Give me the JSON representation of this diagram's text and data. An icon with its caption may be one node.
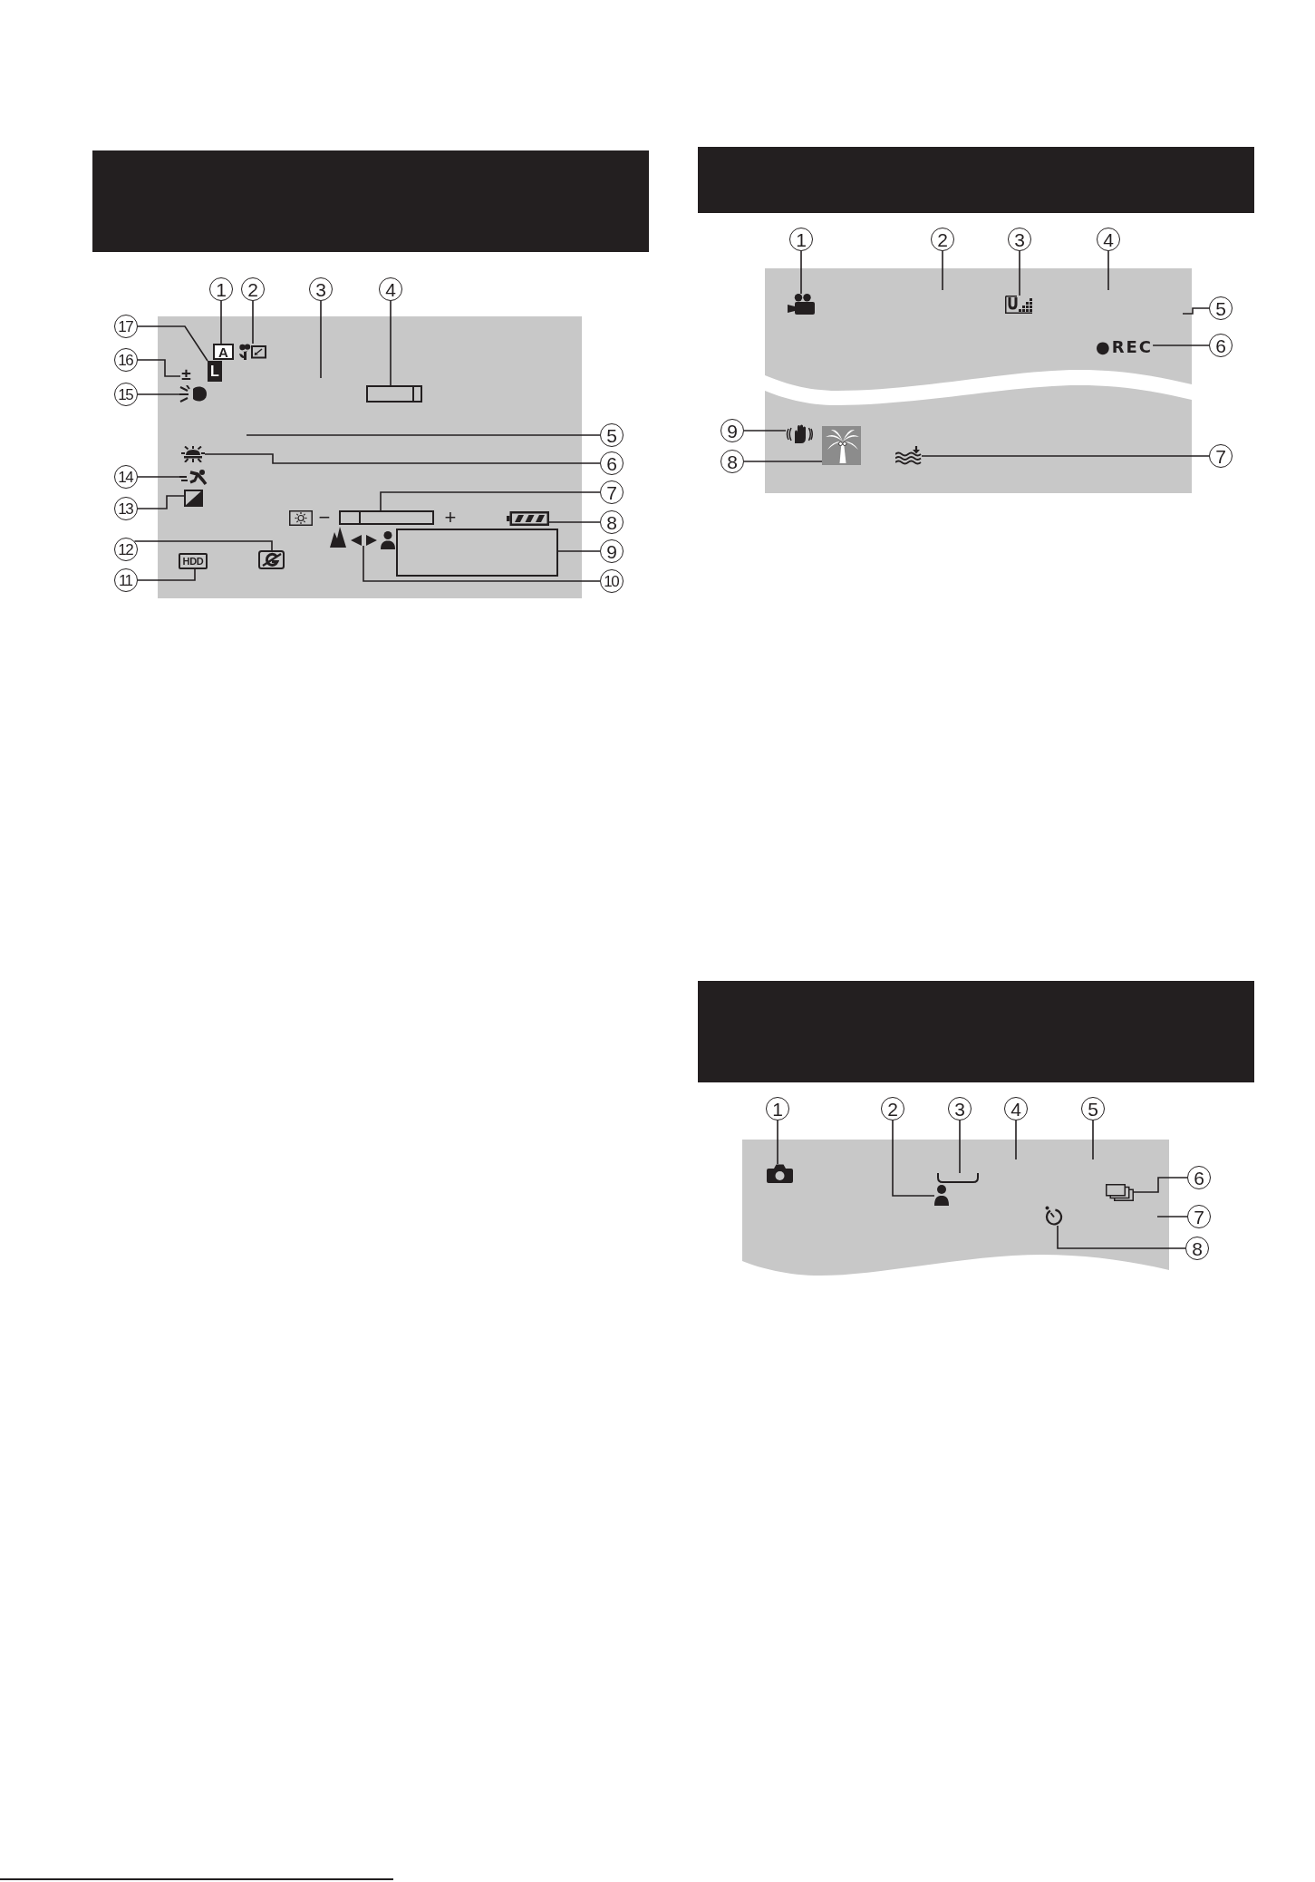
{
  "diagram": {
    "nodes": [
      {
        "text": [
          "1"
        ]
      },
      {
        "text": [
          "A"
        ]
      },
      {
        "text": [
          "2"
        ]
      },
      {
        "text": [],
        "shape": "picture"
      },
      {
        "text": [
          "3"
        ]
      },
      {
        "text": [
          "4"
        ]
      },
      {
        "text": [],
        "shape": "box"
      },
      {
        "text": [
          "5"
        ]
      },
      {
        "text": [
          "6"
        ]
      },
      {
        "text": [],
        "shape": "picture"
      },
      {
        "text": [
          "7"
        ]
      },
      {
        "text": [],
        "shape": "bar"
      },
      {
        "text": [
          "8"
        ]
      },
      {
        "text": [],
        "shape": "picture"
      },
      {
        "text": [
          "9"
        ]
      },
      {
        "text": [],
        "shape": "box"
      },
      {
        "text": [
          "10"
        ]
      },
      {
        "text": [],
        "shape": "picture"
      },
      {
        "text": [
          "11"
        ]
      },
      {
        "text": [
          "HDD"
        ]
      },
      {
        "text": [
          "12"
        ]
      },
      {
        "text": [],
        "shape": "picture"
      },
      {
        "text": [
          "13"
        ]
      },
      {
        "text": [],
        "shape": "picture"
      },
      {
        "text": [
          "14"
        ]
      },
      {
        "text": [],
        "shape": "picture"
      },
      {
        "text": [
          "15"
        ]
      },
      {
        "text": [],
        "shape": "picture"
      },
      {
        "text": [
          "16"
        ]
      },
      {
        "text": [
          "±"
        ]
      },
      {
        "text": [
          "17"
        ]
      },
      {
        "text": [
          "L"
        ]
      },
      {
        "text": [
          "1"
        ]
      },
      {
        "text": [],
        "shape": "picture"
      },
      {
        "text": [
          "2"
        ]
      },
      {
        "text": [
          "3"
        ]
      },
      {
        "text": [],
        "shape": "picture"
      },
      {
        "text": [
          "4"
        ]
      },
      {
        "text": [
          "5"
        ]
      },
      {
        "text": [
          "6"
        ]
      },
      {
        "text": [
          "●REC"
        ]
      },
      {
        "text": [
          "7"
        ]
      },
      {
        "text": [],
        "shape": "picture"
      },
      {
        "text": [
          "8"
        ]
      },
      {
        "text": [],
        "shape": "picture"
      },
      {
        "text": [
          "9"
        ]
      },
      {
        "text": [],
        "shape": "picture"
      },
      {
        "text": [
          "1"
        ]
      },
      {
        "text": [],
        "shape": "picture"
      },
      {
        "text": [
          "2"
        ]
      },
      {
        "text": [],
        "shape": "picture"
      },
      {
        "text": [
          "3"
        ]
      },
      {
        "text": [],
        "shape": "picture"
      },
      {
        "text": [
          "4"
        ]
      },
      {
        "text": [
          "5"
        ]
      },
      {
        "text": [
          "6"
        ]
      },
      {
        "text": [],
        "shape": "picture"
      },
      {
        "text": [
          "7"
        ]
      },
      {
        "text": [
          "8"
        ]
      },
      {
        "text": [],
        "shape": "picture"
      }
    ],
    "edges": [
      {
        "from": 0,
        "to": 1,
        "arrow": "none"
      },
      {
        "from": 2,
        "to": 3,
        "arrow": "none"
      },
      {
        "from": 4,
        "to": null,
        "arrow": "none"
      },
      {
        "from": 5,
        "to": 6,
        "arrow": "none"
      },
      {
        "from": 7,
        "to": null,
        "arrow": "none"
      },
      {
        "from": 8,
        "to": 9,
        "arrow": "none"
      },
      {
        "from": 10,
        "to": 11,
        "arrow": "none"
      },
      {
        "from": 12,
        "to": 13,
        "arrow": "none"
      },
      {
        "from": 14,
        "to": 15,
        "arrow": "none"
      },
      {
        "from": 16,
        "to": 17,
        "arrow": "none"
      },
      {
        "from": 18,
        "to": 19,
        "arrow": "none"
      },
      {
        "from": 20,
        "to": 21,
        "arrow": "none"
      },
      {
        "from": 22,
        "to": 23,
        "arrow": "none"
      },
      {
        "from": 24,
        "to": 25,
        "arrow": "none"
      },
      {
        "from": 26,
        "to": 27,
        "arrow": "none"
      },
      {
        "from": 28,
        "to": 29,
        "arrow": "none"
      },
      {
        "from": 30,
        "to": 31,
        "arrow": "none"
      },
      {
        "from": 32,
        "to": 33,
        "arrow": "none"
      },
      {
        "from": 34,
        "to": null,
        "arrow": "none"
      },
      {
        "from": 35,
        "to": 36,
        "arrow": "none"
      },
      {
        "from": 37,
        "to": null,
        "arrow": "none"
      },
      {
        "from": 38,
        "to": null,
        "arrow": "none"
      },
      {
        "from": 39,
        "to": 40,
        "arrow": "none"
      },
      {
        "from": 41,
        "to": 42,
        "arrow": "none"
      },
      {
        "from": 43,
        "to": 44,
        "arrow": "none"
      },
      {
        "from": 45,
        "to": 46,
        "arrow": "none"
      },
      {
        "from": 47,
        "to": 48,
        "arrow": "none"
      },
      {
        "from": 49,
        "to": 50,
        "arrow": "none"
      },
      {
        "from": 51,
        "to": 52,
        "arrow": "none"
      },
      {
        "from": 53,
        "to": null,
        "arrow": "none"
      },
      {
        "from": 54,
        "to": null,
        "arrow": "none"
      },
      {
        "from": 55,
        "to": 56,
        "arrow": "none"
      },
      {
        "from": 57,
        "to": null,
        "arrow": "none"
      },
      {
        "from": 58,
        "to": 59,
        "arrow": "none"
      }
    ],
    "labels": [
      "−",
      "+"
    ]
  }
}
